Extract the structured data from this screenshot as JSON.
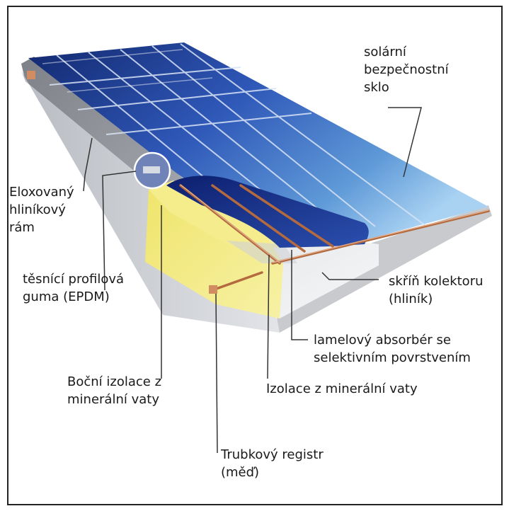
{
  "labels": {
    "glass": [
      "solární",
      "bezpečnostní",
      "sklo"
    ],
    "frame": [
      "Eloxovaný",
      "hliníkový",
      "rám"
    ],
    "seal": [
      "těsnící profilová",
      "guma (EPDM)"
    ],
    "box": [
      "skříň kolektoru",
      "(hliník)"
    ],
    "absorber": [
      "lamelový absorbér se",
      "selektivním povrstvením"
    ],
    "side_insulation": [
      "Boční izolace z",
      "minerální vaty"
    ],
    "insulation": [
      "Izolace z minerální vaty"
    ],
    "register": [
      "Trubkový registr",
      "(měď)"
    ]
  }
}
